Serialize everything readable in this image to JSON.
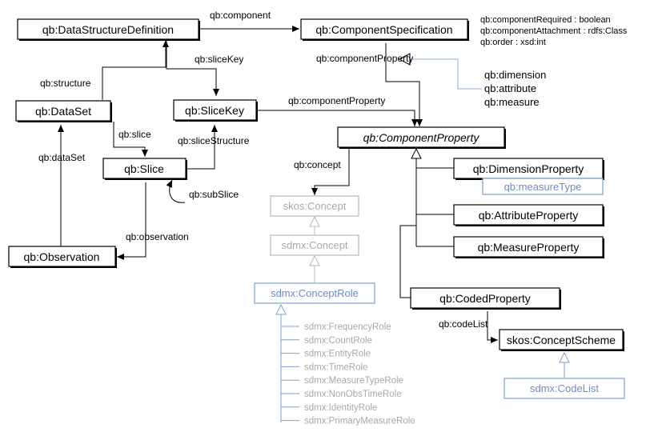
{
  "classes": {
    "dsd": "qb:DataStructureDefinition",
    "component_spec": "qb:ComponentSpecification",
    "dataset": "qb:DataSet",
    "slice_key": "qb:SliceKey",
    "slice": "qb:Slice",
    "observation": "qb:Observation",
    "component_property": "qb:ComponentProperty",
    "dimension_property": "qb:DimensionProperty",
    "attribute_property": "qb:AttributeProperty",
    "measure_property": "qb:MeasureProperty",
    "coded_property": "qb:CodedProperty",
    "concept_scheme": "skos:ConceptScheme",
    "skos_concept": "skos:Concept",
    "sdmx_concept": "sdmx:Concept",
    "concept_role": "sdmx:ConceptRole",
    "code_list": "sdmx:CodeList",
    "measure_type": "qb:measureType"
  },
  "edges": {
    "component": "qb:component",
    "slice_key": "qb:sliceKey",
    "structure": "qb:structure",
    "slice": "qb:slice",
    "slice_structure": "qb:sliceStructure",
    "sub_slice": "qb:subSlice",
    "data_set": "qb:dataSet",
    "observation": "qb:observation",
    "component_property_spec": "qb:componentProperty",
    "component_property_slicekey": "qb:componentProperty",
    "concept": "qb:concept",
    "code_list": "qb:codeList"
  },
  "component_spec_attributes": [
    "qb:componentRequired : boolean",
    "qb:componentAttachment : rdfs:Class",
    "qb:order : xsd:int"
  ],
  "component_subproperties": [
    "qb:dimension",
    "qb:attribute",
    "qb:measure"
  ],
  "concept_roles": [
    "sdmx:FrequencyRole",
    "sdmx:CountRole",
    "sdmx:EntityRole",
    "sdmx:TimeRole",
    "sdmx:MeasureTypeRole",
    "sdmx:NonObsTimeRole",
    "sdmx:IdentityRole",
    "sdmx:PrimaryMeasureRole"
  ],
  "colors": {
    "line": "#000000",
    "grey": "#a8a8a8",
    "blue": "#6c8cc8"
  }
}
